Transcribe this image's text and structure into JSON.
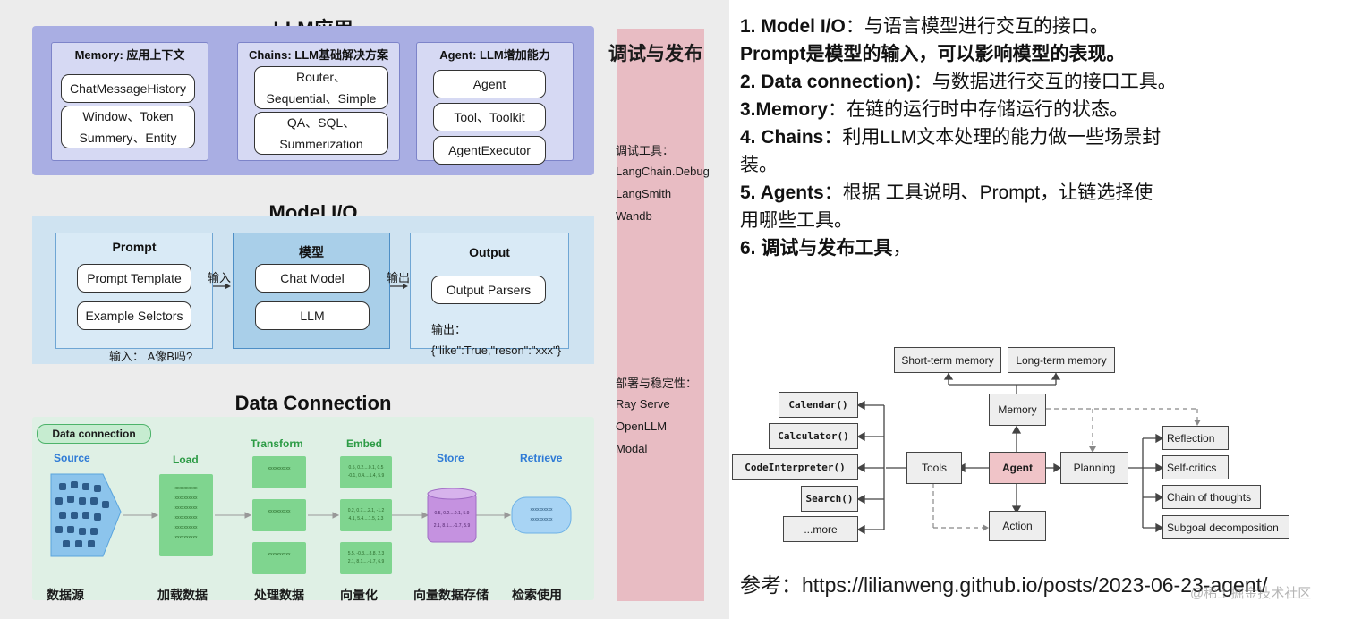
{
  "llm_app": {
    "title": "LLM应用",
    "memory": {
      "head": "Memory: 应用上下文",
      "items": [
        "ChatMessageHistory",
        "Window、Token\nSummery、Entity"
      ]
    },
    "chains": {
      "head": "Chains: LLM基础解决方案",
      "items": [
        "Router、\nSequential、Simple",
        "QA、SQL、\nSummerization"
      ]
    },
    "agent": {
      "head": "Agent: LLM增加能力",
      "items": [
        "Agent",
        "Tool、Toolkit",
        "AgentExecutor"
      ]
    }
  },
  "model_io": {
    "title": "Model I/O",
    "prompt": {
      "head": "Prompt",
      "items": [
        "Prompt Template",
        "Example Selctors"
      ]
    },
    "model": {
      "head": "模型",
      "items": [
        "Chat Model",
        "LLM"
      ]
    },
    "output": {
      "head": "Output",
      "items": [
        "Output Parsers"
      ],
      "note_label": "输出：",
      "note_value": "{\"like\":True,\"reson\":\"xxx\"}"
    },
    "input_arrow": "输入",
    "output_arrow": "输出",
    "input_example": "输入： A像B吗?"
  },
  "data_connection": {
    "title": "Data Connection",
    "badge": "Data connection",
    "stages": [
      "Source",
      "Load",
      "Transform",
      "Embed",
      "Store",
      "Retrieve"
    ],
    "captions": [
      "数据源",
      "加载数据",
      "处理数据",
      "向量化",
      "向量数据存储",
      "检索使用"
    ],
    "filler_x": "xxxxxxxxxx",
    "embed_values": [
      "0.5, 0.2....0.1, 0.5\n-0.1, 0.4....1.4, 5.9",
      "0.2, 0.7....2.1, -1.2\n4.1, 5.4....1.5, 2.3",
      "5.5, -0.3....8.8, 2.3\n2.1, 8.1....-1.7, 6.9"
    ],
    "store_values": [
      "0.5, 0.2....0.1, 5.9",
      "2.1, 8.1....-1.7, 5.9"
    ]
  },
  "debug": {
    "title": "调试与发布",
    "tools_head": "调试工具：",
    "tools": [
      "LangChain.Debug",
      "LangSmith",
      "Wandb"
    ],
    "deploy_head": "部署与稳定性：",
    "deploy": [
      "Ray Serve",
      "OpenLLM",
      "Modal"
    ]
  },
  "notes": [
    {
      "bold": "1. Model I/O",
      "text": "：与语言模型进行交互的接口。"
    },
    {
      "bold": "",
      "text": "Prompt是模型的输入，可以影响模型的表现。"
    },
    {
      "bold": "2. Data connection)",
      "text": "：与数据进行交互的接口工具。"
    },
    {
      "bold": "3.Memory",
      "text": "：在链的运行时中存储运行的状态。"
    },
    {
      "bold": "4. Chains",
      "text": "：利用LLM文本处理的能力做一些场景封"
    },
    {
      "bold": "",
      "text": "装。"
    },
    {
      "bold": "5. Agents",
      "text": "：根据 工具说明、Prompt，让链选择使"
    },
    {
      "bold": "",
      "text": "用哪些工具。"
    },
    {
      "bold": "6. 调试与发布工具",
      "text": "，"
    }
  ],
  "agent_diagram": {
    "memory_types": [
      "Short-term memory",
      "Long-term memory"
    ],
    "memory": "Memory",
    "tools_list": [
      "Calendar()",
      "Calculator()",
      "CodeInterpreter()",
      "Search()",
      "...more"
    ],
    "tools": "Tools",
    "agent": "Agent",
    "planning": "Planning",
    "action": "Action",
    "planning_list": [
      "Reflection",
      "Self-critics",
      "Chain of thoughts",
      "Subgoal decomposition"
    ]
  },
  "reference": "参考：https://lilianweng.github.io/posts/2023-06-23-agent/",
  "watermark": "@稀土掘金技术社区",
  "colors": {
    "llm_app_bg": "#a9aee3",
    "model_io_bg": "#cfe3f1",
    "data_conn_bg": "#dff0e5",
    "debug_bar": "#e8bcc3",
    "agent_pink": "#f0c4c8"
  }
}
